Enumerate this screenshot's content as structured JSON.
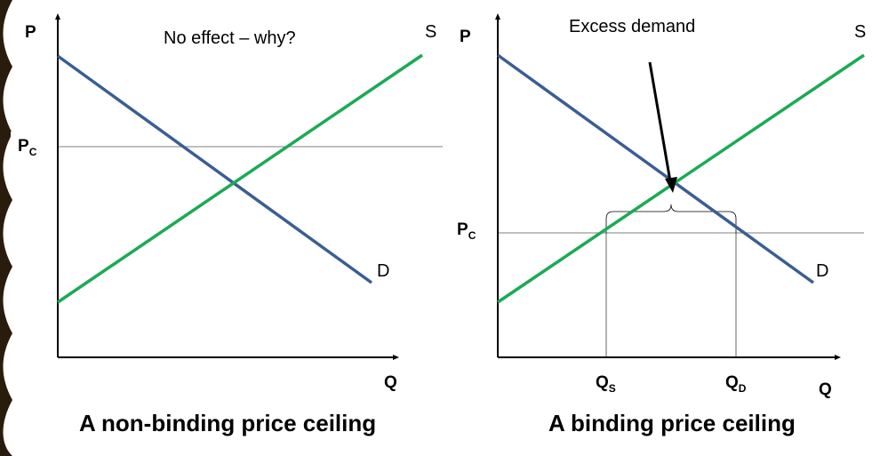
{
  "left_panel": {
    "y_axis_label": "P",
    "x_axis_label": "Q",
    "price_ceiling_label": {
      "main": "P",
      "sub": "C"
    },
    "supply_label": "S",
    "demand_label": "D",
    "note": "No effect – why?",
    "caption": "A non-binding price ceiling"
  },
  "right_panel": {
    "y_axis_label": "P",
    "x_axis_label": "Q",
    "price_ceiling_label": {
      "main": "P",
      "sub": "C"
    },
    "supply_label": "S",
    "demand_label": "D",
    "qs_label": {
      "main": "Q",
      "sub": "S"
    },
    "qd_label": {
      "main": "Q",
      "sub": "D"
    },
    "callout": "Excess demand",
    "caption": "A binding price ceiling"
  },
  "colors": {
    "supply": "#1aaa55",
    "demand": "#3a5e94",
    "border": "#2a1c0c",
    "axes": "#000000"
  }
}
